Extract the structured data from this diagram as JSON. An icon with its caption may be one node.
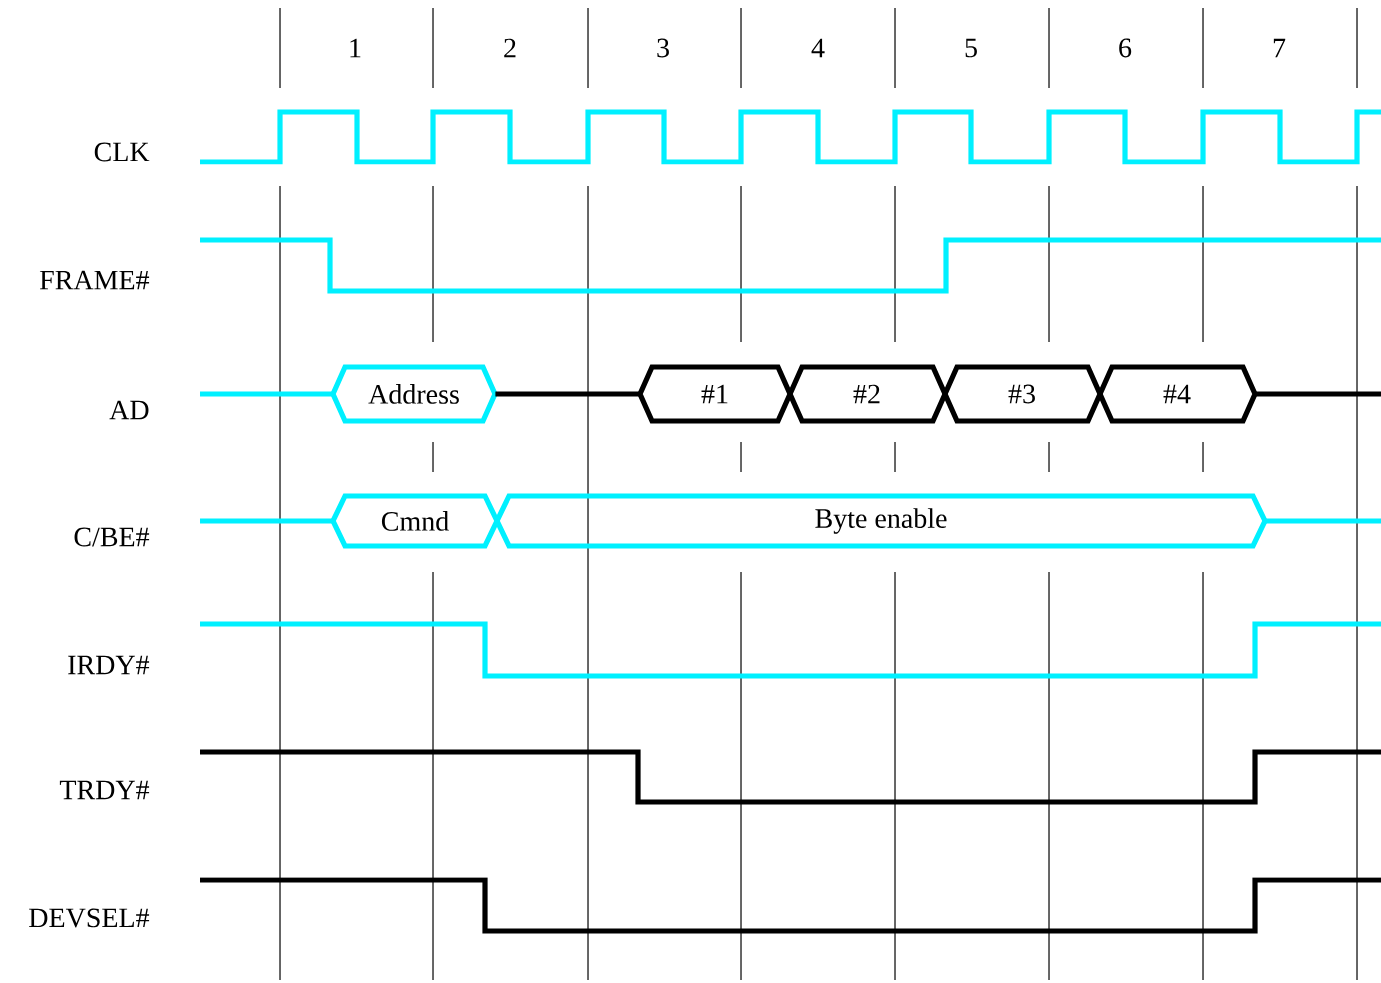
{
  "diagram": {
    "nodes": [
      {
        "text": [
          "Address"
        ]
      },
      {
        "text": [
          "#1"
        ]
      },
      {
        "text": [
          "#2"
        ]
      },
      {
        "text": [
          "#3"
        ]
      },
      {
        "text": [
          "#4"
        ]
      },
      {
        "text": [
          "Cmnd"
        ]
      },
      {
        "text": [
          "Byte enable"
        ]
      }
    ],
    "edges": [
      {
        "from": 0,
        "to": 1,
        "arrow": "none"
      }
    ],
    "labels": [
      "1",
      "2",
      "3",
      "4",
      "5",
      "6",
      "7",
      "CLK",
      "FRAME#",
      "AD",
      "C/BE#",
      "IRDY#",
      "TRDY#",
      "DEVSEL#"
    ]
  }
}
